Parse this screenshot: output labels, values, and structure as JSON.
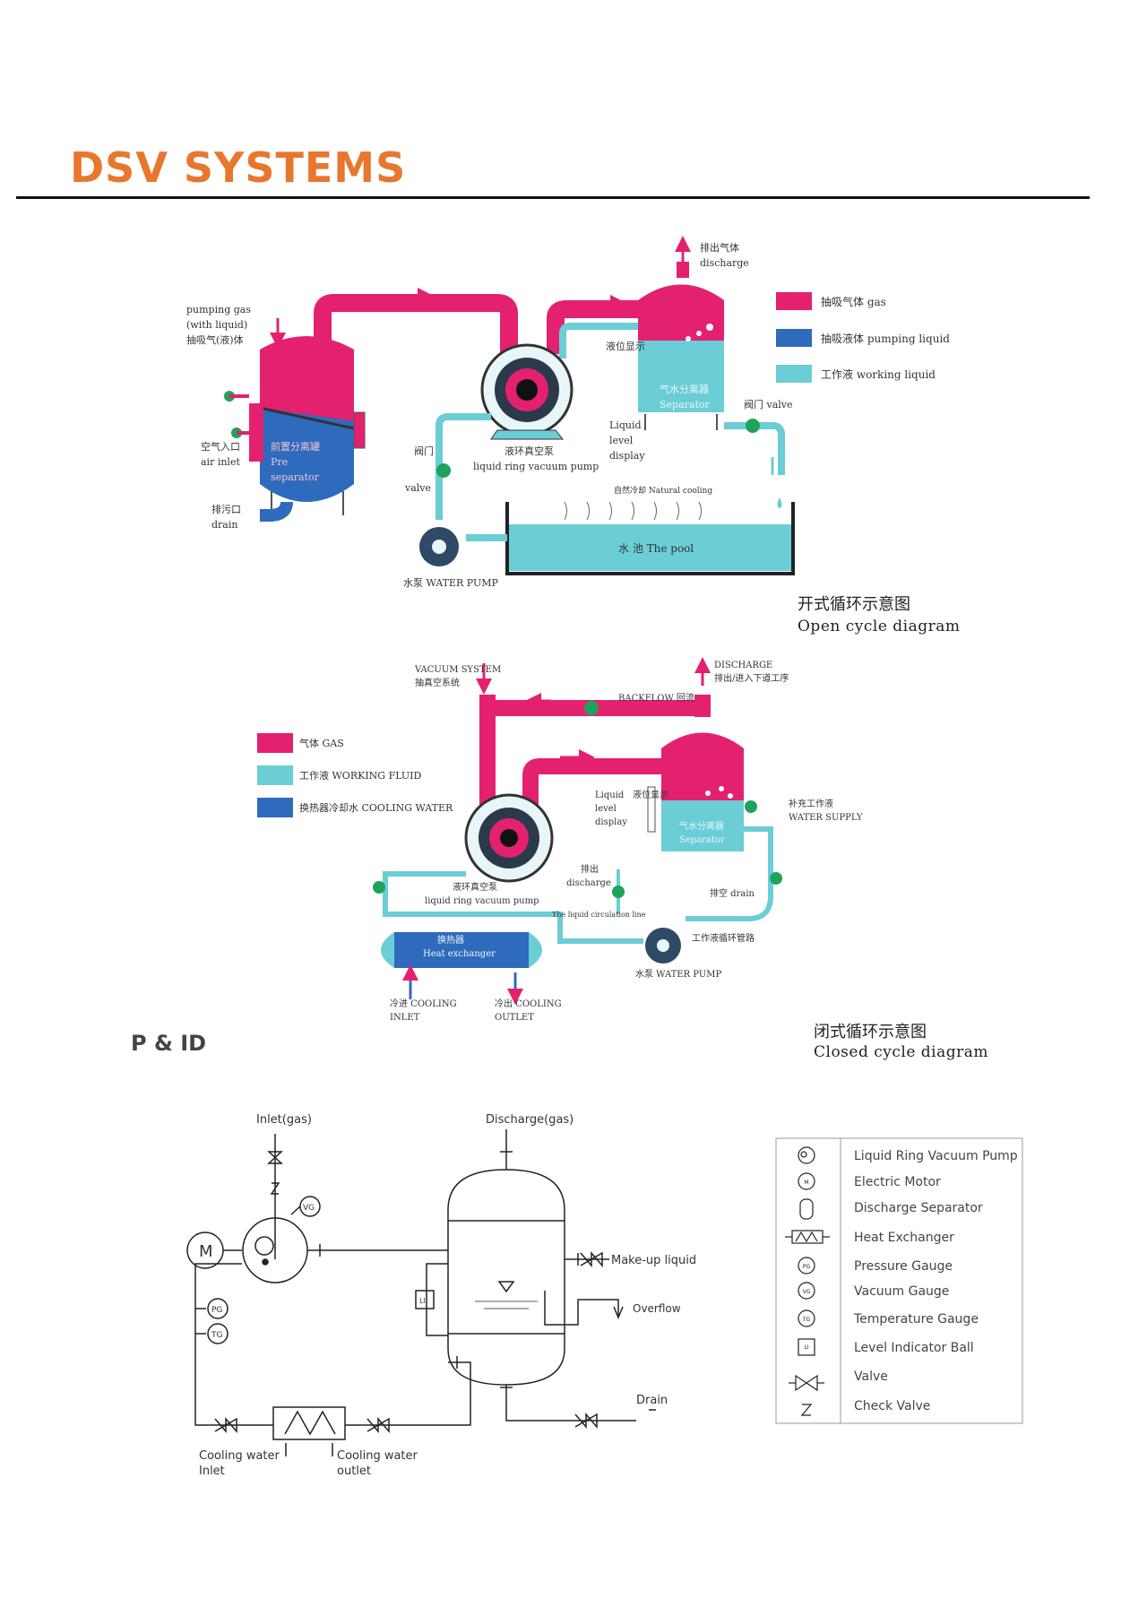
{
  "header": {
    "title": "DSV SYSTEMS"
  },
  "colors": {
    "gas": "#e3216f",
    "pumping_liquid": "#2f6bbd",
    "working_liquid": "#6bcdd6",
    "title_orange": "#e8772e",
    "valve_green": "#1fa35a"
  },
  "open_cycle": {
    "caption_cn": "开式循环示意图",
    "caption_en": "Open cycle diagram",
    "legend": [
      {
        "key": "gas",
        "label": "抽吸气体 gas"
      },
      {
        "key": "pumping_liquid",
        "label": "抽吸液体 pumping liquid"
      },
      {
        "key": "working_liquid",
        "label": "工作液 working liquid"
      }
    ],
    "labels": {
      "pumping_gas_1": "pumping gas",
      "pumping_gas_2": "(with liquid)",
      "pumping_gas_3": "抽吸气(液)体",
      "air_inlet_cn": "空气入口",
      "air_inlet_en": "air inlet",
      "drain_cn": "排污口",
      "drain_en": "drain",
      "pre_separator_cn": "前置分离罐",
      "pre_separator_en_1": "Pre",
      "pre_separator_en_2": "separator",
      "valve_cn": "阀门",
      "valve_en": "valve",
      "pump_cn": "液环真空泵",
      "pump_en": "liquid ring vacuum pump",
      "discharge_cn": "排出气体",
      "discharge_en": "discharge",
      "level_cn": "液位显示",
      "level_en_1": "Liquid",
      "level_en_2": "level",
      "level_en_3": "display",
      "separator_cn": "气水分离器",
      "separator_en": "Separator",
      "valve2": "阀门 valve",
      "natural_cooling": "自然冷却 Natural cooling",
      "pool": "水 池 The pool",
      "water_pump": "水泵 WATER PUMP"
    }
  },
  "closed_cycle": {
    "caption_cn": "闭式循环示意图",
    "caption_en": "Closed cycle diagram",
    "legend": [
      {
        "key": "gas",
        "label": "气体 GAS"
      },
      {
        "key": "working_liquid",
        "label": "工作液 WORKING FLUID"
      },
      {
        "key": "pumping_liquid",
        "label": "换热器冷却水 COOLING WATER"
      }
    ],
    "labels": {
      "vacuum_system_en": "VACUUM SYSTEM",
      "vacuum_system_cn": "抽真空系统",
      "discharge_en": "DISCHARGE",
      "discharge_cn": "排出/进入下道工序",
      "backflow": "BACKFLOW 回流",
      "level_en_1": "Liquid",
      "level_en_2": "level",
      "level_en_3": "display",
      "level_cn": "液位显示",
      "separator_cn": "气水分离器",
      "separator_en": "Separator",
      "supply_cn": "补充工作液",
      "supply_en": "WATER SUPPLY",
      "pump_cn": "液环真空泵",
      "pump_en": "liquid ring vacuum pump",
      "discharge2_cn": "排出",
      "discharge2_en": "discharge",
      "drain": "排空 drain",
      "circulation_line": "The liquid circulation line",
      "circulation_cn": "工作液循环管路",
      "hx_cn": "换热器",
      "hx_en": "Heat exchanger",
      "water_pump": "水泵 WATER PUMP",
      "cool_in_1": "冷进 COOLING",
      "cool_in_2": "INLET",
      "cool_out_1": "冷出 COOLING",
      "cool_out_2": "OUTLET"
    }
  },
  "pid": {
    "title": "P & ID",
    "labels": {
      "inlet": "Inlet(gas)",
      "discharge": "Discharge(gas)",
      "makeup": "Make-up liquid",
      "overflow": "Overflow",
      "drain": "Drain",
      "cool_in_1": "Cooling water",
      "cool_in_2": "Inlet",
      "cool_out_1": "Cooling water",
      "cool_out_2": "outlet",
      "motor": "M",
      "vg": "VG",
      "pg": "PG",
      "tg": "TG",
      "li": "LI"
    },
    "legend": [
      {
        "icon": "liquid-ring-pump-icon",
        "label": "Liquid Ring Vacuum Pump"
      },
      {
        "icon": "electric-motor-icon",
        "label": "Electric Motor"
      },
      {
        "icon": "discharge-separator-icon",
        "label": "Discharge Separator"
      },
      {
        "icon": "heat-exchanger-icon",
        "label": "Heat Exchanger"
      },
      {
        "icon": "pressure-gauge-icon",
        "label": "Pressure Gauge"
      },
      {
        "icon": "vacuum-gauge-icon",
        "label": "Vacuum Gauge"
      },
      {
        "icon": "temperature-gauge-icon",
        "label": "Temperature Gauge"
      },
      {
        "icon": "level-indicator-icon",
        "label": "Level Indicator Ball"
      },
      {
        "icon": "valve-icon",
        "label": "Valve"
      },
      {
        "icon": "check-valve-icon",
        "label": "Check Valve"
      }
    ],
    "legend_badges": {
      "motor": "M",
      "pg": "PG",
      "vg": "VG",
      "tg": "TG",
      "li": "LI"
    }
  }
}
